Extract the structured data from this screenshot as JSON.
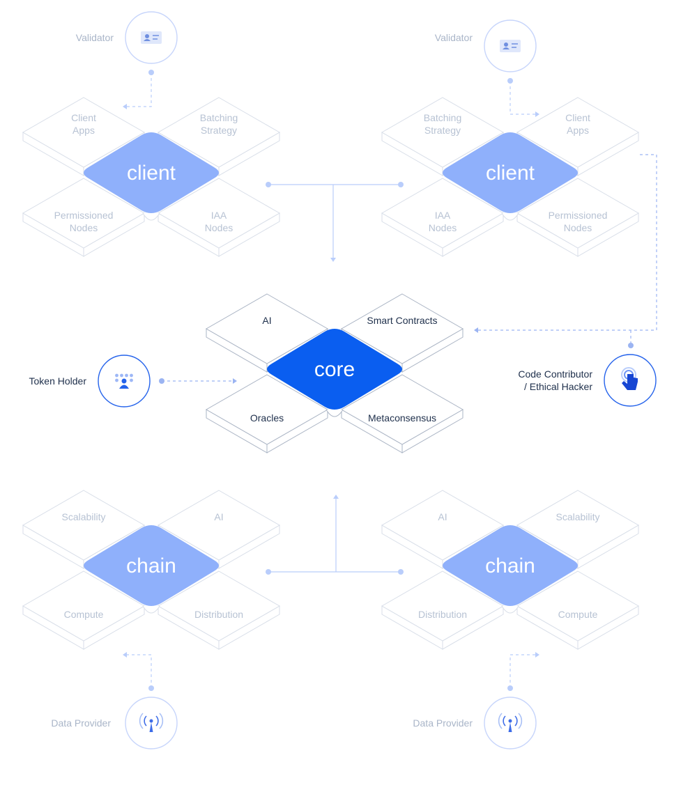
{
  "colors": {
    "hub_light": "#8fb0fb",
    "hub_core": "#0a5ef0",
    "tile_stroke_faint": "#d8dee8",
    "tile_stroke_dark": "#aab4c4",
    "connector": "#b9cdfb",
    "connector_dark": "#9bb4f2",
    "actor_ring": "#c7d5fb",
    "actor_ring_dark": "#2563eb"
  },
  "clusters": [
    {
      "id": "client-left",
      "hub": "client",
      "tiles": [
        "Client\nApps",
        "Batching\nStrategy",
        "Permissioned\nNodes",
        "IAA\nNodes"
      ]
    },
    {
      "id": "client-right",
      "hub": "client",
      "tiles": [
        "Batching\nStrategy",
        "Client\nApps",
        "IAA\nNodes",
        "Permissioned\nNodes"
      ]
    },
    {
      "id": "core",
      "hub": "core",
      "tiles": [
        "AI",
        "Smart Contracts",
        "Oracles",
        "Metaconsensus"
      ]
    },
    {
      "id": "chain-left",
      "hub": "chain",
      "tiles": [
        "Scalability",
        "AI",
        "Compute",
        "Distribution"
      ]
    },
    {
      "id": "chain-right",
      "hub": "chain",
      "tiles": [
        "AI",
        "Scalability",
        "Distribution",
        "Compute"
      ]
    }
  ],
  "actors": [
    {
      "id": "validator-left",
      "label": "Validator",
      "icon": "id-card-icon"
    },
    {
      "id": "validator-right",
      "label": "Validator",
      "icon": "id-card-icon"
    },
    {
      "id": "token-holder",
      "label": "Token Holder",
      "icon": "community-icon"
    },
    {
      "id": "code-contributor",
      "label": "Code Contributor\n/ Ethical Hacker",
      "icon": "pointer-hand-icon"
    },
    {
      "id": "data-left",
      "label": "Data Provider",
      "icon": "broadcast-icon"
    },
    {
      "id": "data-right",
      "label": "Data Provider",
      "icon": "broadcast-icon"
    }
  ]
}
